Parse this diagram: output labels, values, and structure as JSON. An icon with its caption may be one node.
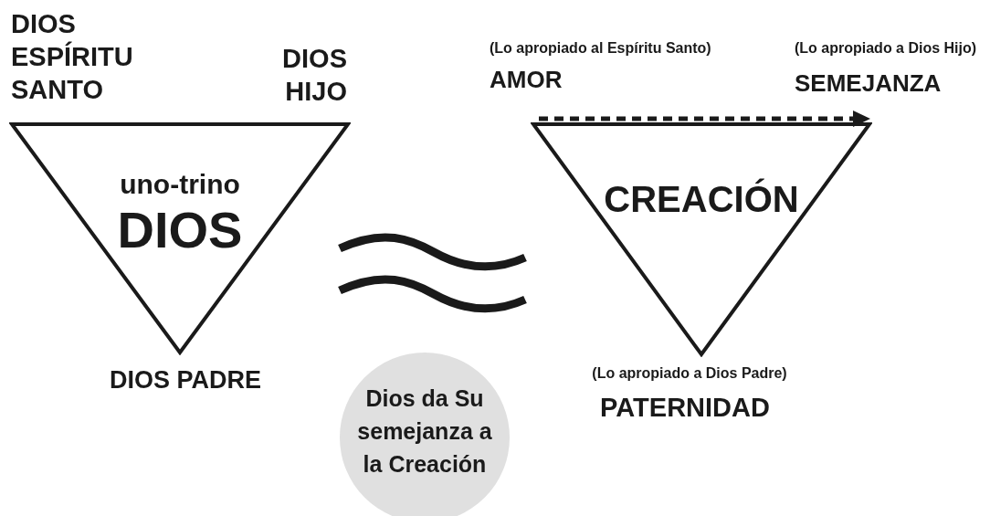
{
  "diagram": {
    "nodes": [
      {
        "text": [
          "uno-trino",
          "DIOS"
        ]
      },
      {
        "text": [
          "CREACIÓN"
        ]
      },
      {
        "text": [
          "AMOR"
        ],
        "beside": [
          "(Lo apropiado al Espíritu Santo)"
        ]
      },
      {
        "text": [
          "SEMEJANZA"
        ],
        "beside": [
          "(Lo apropiado a Dios Hijo)"
        ]
      },
      {
        "text": [
          "Dios da Su semejanza a la Creación"
        ]
      }
    ],
    "labels": [
      "DIOS ESPÍRITU SANTO",
      "DIOS HIJO",
      "DIOS PADRE",
      "PATERNIDAD",
      "(Lo apropiado a Dios Padre)"
    ]
  }
}
